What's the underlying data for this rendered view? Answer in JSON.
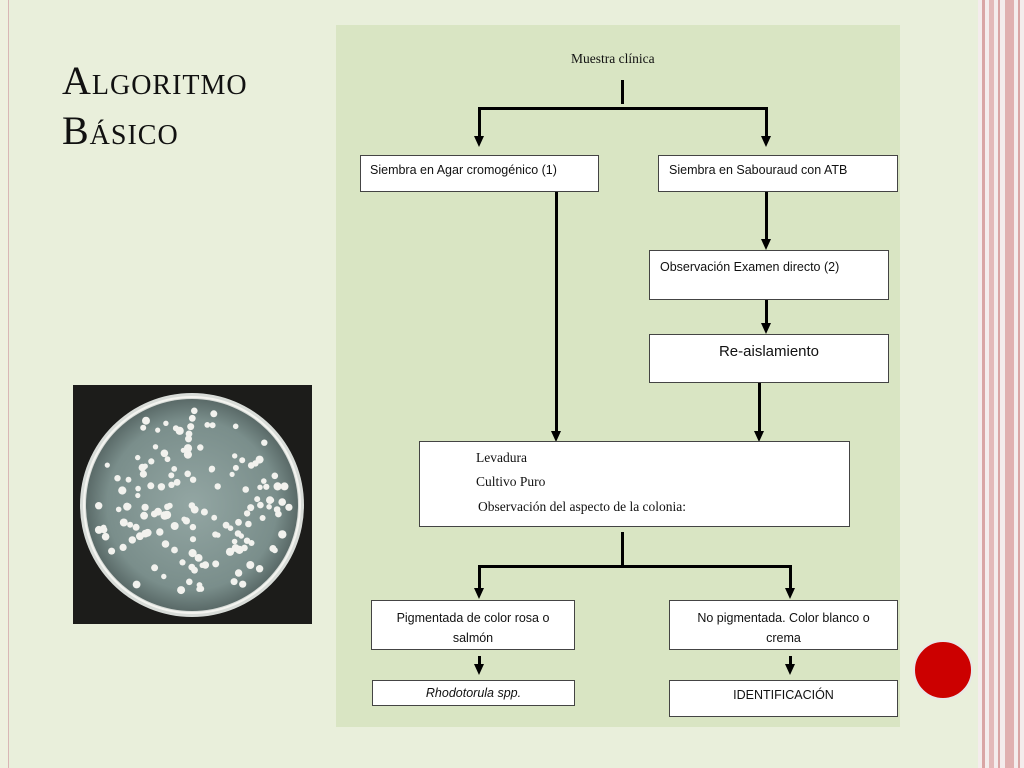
{
  "title": {
    "line1": "Algoritmo",
    "line2": "Básico"
  },
  "flow": {
    "start": "Muestra clínica",
    "agar": "Siembra en Agar cromogénico (1)",
    "sabouraud": "Siembra en Sabouraud con ATB",
    "observacion": "Observación Examen directo (2)",
    "reaislamiento": "Re-aislamiento",
    "levadura": "Levadura",
    "cultivo": "Cultivo Puro",
    "aspecto": "Observación del aspecto de la colonia:",
    "pigmentada": "Pigmentada de color rosa o salmón",
    "no_pigmentada": "No pigmentada. Color blanco o crema",
    "rhodotorula": "Rhodotorula spp.",
    "identificacion": "IDENTIFICACIÓN"
  },
  "colors": {
    "panel": "#d9e5c3",
    "accent": "#cc0000",
    "stripe": "#d9a5a5"
  }
}
